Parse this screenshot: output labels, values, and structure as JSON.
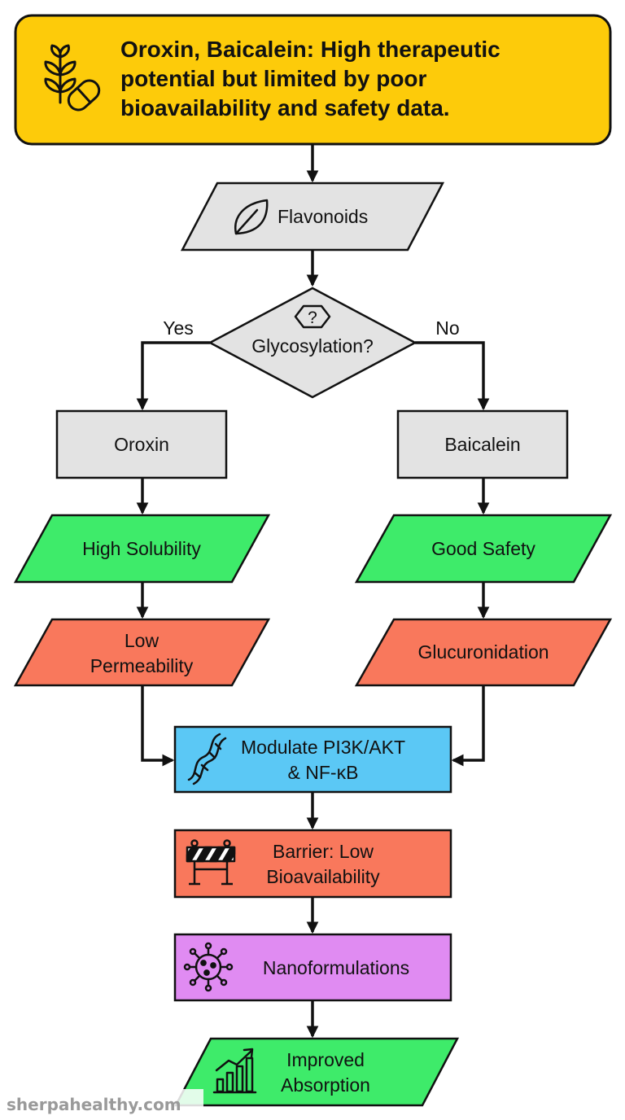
{
  "header": {
    "title_lines": [
      "Oroxin, Baicalein: High therapeutic",
      "potential but limited by poor",
      "bioavailability and safety data."
    ],
    "icon": "plant-pill-icon"
  },
  "nodes": {
    "flavonoids": {
      "label": "Flavonoids",
      "icon": "leaf-icon"
    },
    "decision": {
      "label": "Glycosylation?",
      "icon": "question-hexagon-icon",
      "yes_label": "Yes",
      "no_label": "No"
    },
    "oroxin": {
      "label": "Oroxin"
    },
    "baicalein": {
      "label": "Baicalein"
    },
    "high_solubility": {
      "label": "High Solubility"
    },
    "low_permeability": {
      "lines": [
        "Low",
        "Permeability"
      ]
    },
    "good_safety": {
      "label": "Good Safety"
    },
    "glucuronidation": {
      "label": "Glucuronidation"
    },
    "modulate": {
      "lines": [
        "Modulate PI3K/AKT",
        "& NF-κB"
      ],
      "icon": "dna-icon"
    },
    "barrier": {
      "lines": [
        "Barrier: Low",
        "Bioavailability"
      ],
      "icon": "roadblock-icon"
    },
    "nano": {
      "label": "Nanoformulations",
      "icon": "nanoparticle-icon"
    },
    "improved": {
      "lines": [
        "Improved",
        "Absorption"
      ],
      "icon": "growth-chart-icon"
    }
  },
  "watermark": "sherpahealthy.com",
  "colors": {
    "header": "#FDCB0A",
    "gray": "#E3E3E3",
    "green": "#3EEB6A",
    "red": "#F9785C",
    "blue": "#5BC8F5",
    "purple": "#E08BF2",
    "stroke": "#111111"
  }
}
